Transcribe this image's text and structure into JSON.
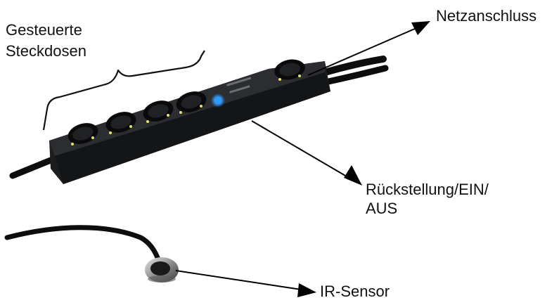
{
  "labels": {
    "controlled_outlets_line1": "Gesteuerte",
    "controlled_outlets_line2": "Steckdosen",
    "power_connection": "Netzanschluss",
    "reset_line1": "Rückstellung/EIN/",
    "reset_line2": "AUS",
    "ir_sensor": "IR-Sensor"
  },
  "colors": {
    "text": "#111111",
    "strip_body": "#1c1d1f",
    "strip_top": "#2b2d30",
    "cable": "#0d0d0d",
    "led": "#2f9bff",
    "arrow": "#000000"
  },
  "outlet_count": 5
}
